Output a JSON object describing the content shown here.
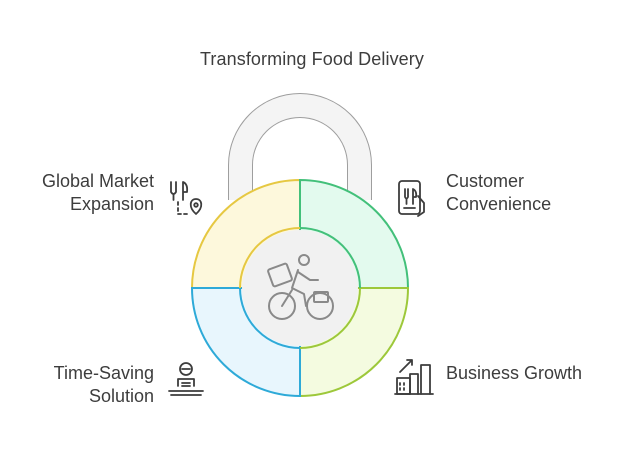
{
  "title": "Transforming Food Delivery",
  "sections": {
    "global_market": {
      "line1": "Global Market",
      "line2": "Expansion",
      "icon": "fork-map-pin-icon",
      "color": "#e6c842",
      "fill": "#fdf8dc"
    },
    "customer_convenience": {
      "line1": "Customer",
      "line2": "Convenience",
      "icon": "phone-menu-icon",
      "color": "#43c07a",
      "fill": "#e3faee"
    },
    "time_saving": {
      "line1": "Time-Saving",
      "line2": "Solution",
      "icon": "operator-desk-icon",
      "color": "#2eaad8",
      "fill": "#e8f6fd"
    },
    "business_growth": {
      "line1": "Business Growth",
      "icon": "growth-chart-icon",
      "color": "#9dc83a",
      "fill": "#f4fbe0"
    }
  },
  "center_icon": "delivery-cyclist-icon",
  "shackle_color": "#9e9e9e"
}
